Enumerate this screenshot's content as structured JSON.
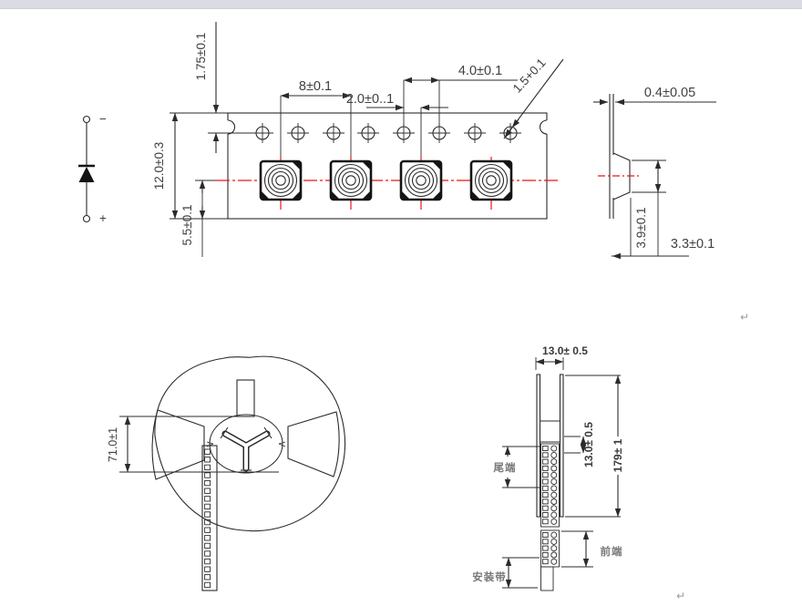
{
  "drawing": {
    "diode": {
      "cathode": "−",
      "anode": "+"
    },
    "carrier_tape": {
      "hole_edge_distance": "1.75±0.1",
      "component_pitch": "8±0.1",
      "hole_to_component": "2.0±0..1",
      "hole_pitch": "4.0±0.1",
      "hole_diameter": "1.5+0.1",
      "tape_width": "12.0±0.3",
      "component_center_offset": "5.5±0.1"
    },
    "tape_section": {
      "tape_thickness": "0.4±0.05",
      "pocket_width": "3.9±0.1",
      "pocket_depth": "3.3±0.1"
    },
    "reel_front": {
      "hub_height": "71.0±1"
    },
    "reel_side": {
      "reel_width": "13.0± 0.5",
      "inner_width": "13.0± 0.5",
      "reel_length": "179± 1",
      "tail_end_label": "尾端",
      "front_end_label": "前端",
      "mounting_tape_label": "安装带"
    },
    "paragraph_marks": {
      "mark1": "↵",
      "mark2": "↵"
    },
    "colors": {
      "line": "#2b2b2b",
      "centerline": "#ee1515",
      "topbar": "#dadbe3"
    }
  }
}
